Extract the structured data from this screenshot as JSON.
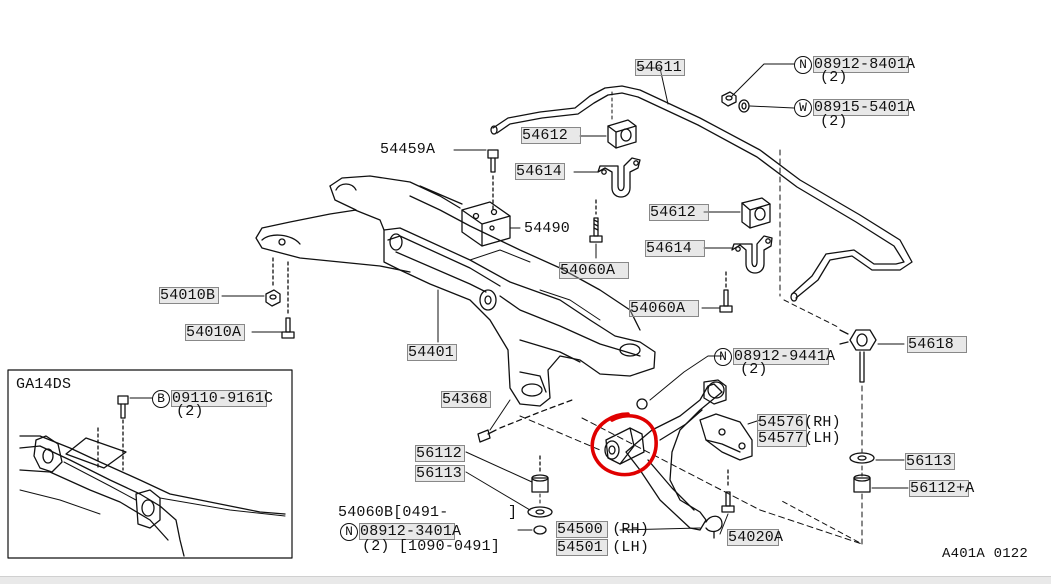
{
  "labels": {
    "p54611": "54611",
    "p54612a": "54612",
    "p54614a": "54614",
    "p54459a": "54459A",
    "p54490": "54490",
    "p54060a_top": "54060A",
    "p54612b": "54612",
    "p54614b": "54614",
    "p54060a_mid": "54060A",
    "p54010b": "54010B",
    "p54010a": "54010A",
    "p54401": "54401",
    "p08912_8401a": "08912-8401A",
    "p08912_8401a_qty": "(2)",
    "p08915_5401a": "08915-5401A",
    "p08915_5401a_qty": "(2)",
    "p08912_9441a": "08912-9441A",
    "p08912_9441a_qty": "(2)",
    "p54618": "54618",
    "p54576": "54576(RH)",
    "p54577": "54577(LH)",
    "p56113_right": "56113",
    "p56112a": "56112+A",
    "p54368": "54368",
    "p56112": "56112",
    "p56113": "56113",
    "p54060b": "54060B[0491-",
    "p54060b_close": "]",
    "p08912_3401a": "08912-3401A",
    "p08912_3401a_range": "(2) [1090-0491]",
    "p54500": "54500 (RH)",
    "p54501": "54501 (LH)",
    "p54020a": "54020A",
    "inset_title": "GA14DS",
    "p09110_9161c": "09110-9161C",
    "p09110_9161c_qty": "(2)",
    "diagram_code": "A401A 0122",
    "prefix_n": "N",
    "prefix_w": "W",
    "prefix_b": "B"
  },
  "colors": {
    "line": "#111111",
    "highlight": "#e00000",
    "label_box": "#888888"
  }
}
